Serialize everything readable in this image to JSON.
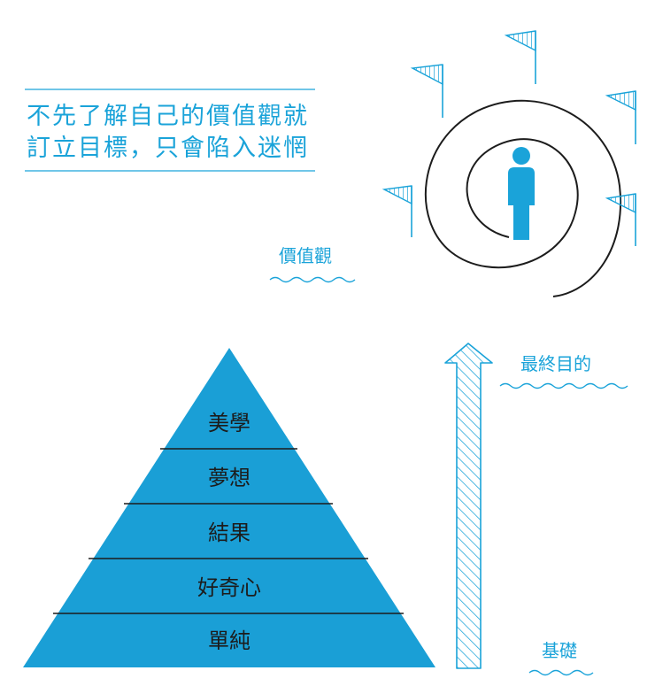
{
  "colors": {
    "accent": "#1aa3d9",
    "pyramid": "#1a9fd6",
    "ink": "#1c1c1c"
  },
  "headline": {
    "line1": "不先了解自己的價值觀就",
    "line2": "訂立目標，只會陷入迷惘"
  },
  "values_label": "價值觀",
  "pyramid": {
    "tiers": [
      "美學",
      "夢想",
      "結果",
      "好奇心",
      "單純"
    ]
  },
  "arrow": {
    "top_label": "最終目的",
    "bottom_label": "基礎"
  },
  "icons": {
    "person": "person-icon",
    "flag": "flag-icon",
    "spiral": "spiral-path",
    "arrow": "up-arrow-icon"
  }
}
